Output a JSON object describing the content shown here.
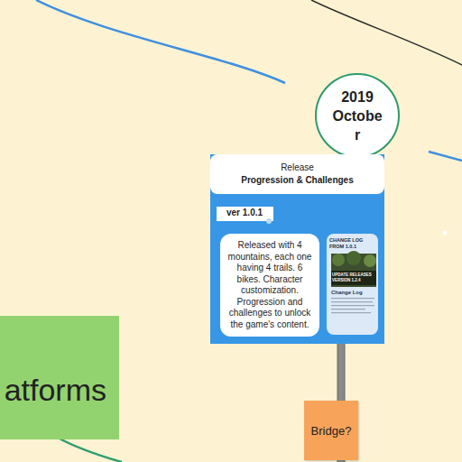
{
  "diagram": {
    "nodes": [
      {
        "text": [
          "2019 October"
        ]
      },
      {
        "text": [
          "Release",
          "Progression & Challenges"
        ]
      },
      {
        "text": [
          "ver 1.0.1"
        ],
        "in": 1
      },
      {
        "text": [
          "Released with 4 mountains, each one having 4 trails. 6 bikes. Character customization. Progression and challenges to unlock the game's content."
        ],
        "in": 1
      },
      {
        "text": [
          "CHANGE LOG FROM 1.0.1"
        ],
        "in": 1
      },
      {
        "text": [
          "atforms"
        ]
      },
      {
        "text": [
          "Bridge?"
        ]
      }
    ],
    "labels": [
      "UPDATE RELEASES VERSION 1.2.4",
      "Change Log"
    ]
  }
}
